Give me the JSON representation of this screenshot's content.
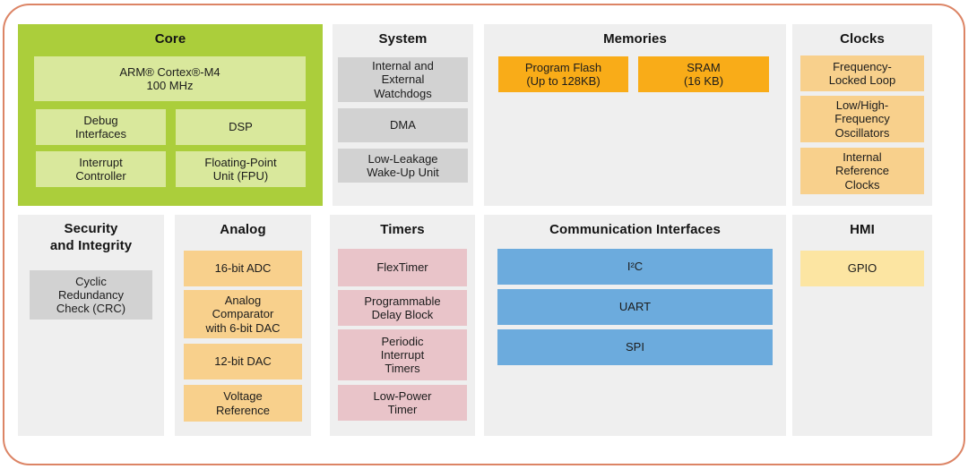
{
  "colors": {
    "frame_border": "#dc8465",
    "panel_background": "#efefef",
    "core_panel": "#abce3b",
    "core_block": "#d9e89c",
    "gray_block": "#d2d2d2",
    "orange_block": "#f9ac18",
    "light_orange_block": "#f8d08c",
    "pink_block": "#e9c4c9",
    "blue_block": "#6cabdd",
    "yellow_block": "#fce5a2"
  },
  "panels": {
    "core": {
      "title": "Core",
      "cpu": "ARM® Cortex®-M4\n100 MHz",
      "debug": "Debug\nInterfaces",
      "dsp": "DSP",
      "interrupt": "Interrupt\nController",
      "fpu": "Floating-Point\nUnit (FPU)"
    },
    "system": {
      "title": "System",
      "items": [
        "Internal and\nExternal\nWatchdogs",
        "DMA",
        "Low-Leakage\nWake-Up Unit"
      ]
    },
    "memories": {
      "title": "Memories",
      "items": [
        "Program Flash\n(Up to 128KB)",
        "SRAM\n(16 KB)"
      ]
    },
    "clocks": {
      "title": "Clocks",
      "items": [
        "Frequency-\nLocked Loop",
        "Low/High-\nFrequency\nOscillators",
        "Internal\nReference\nClocks"
      ]
    },
    "security": {
      "title": "Security\nand Integrity",
      "items": [
        "Cyclic\nRedundancy\nCheck (CRC)"
      ]
    },
    "analog": {
      "title": "Analog",
      "items": [
        "16-bit ADC",
        "Analog\nComparator\nwith 6-bit DAC",
        "12-bit DAC",
        "Voltage\nReference"
      ]
    },
    "timers": {
      "title": "Timers",
      "items": [
        "FlexTimer",
        "Programmable\nDelay Block",
        "Periodic\nInterrupt\nTimers",
        "Low-Power\nTimer"
      ]
    },
    "communication": {
      "title": "Communication Interfaces",
      "items": [
        "I²C",
        "UART",
        "SPI"
      ]
    },
    "hmi": {
      "title": "HMI",
      "items": [
        "GPIO"
      ]
    }
  }
}
